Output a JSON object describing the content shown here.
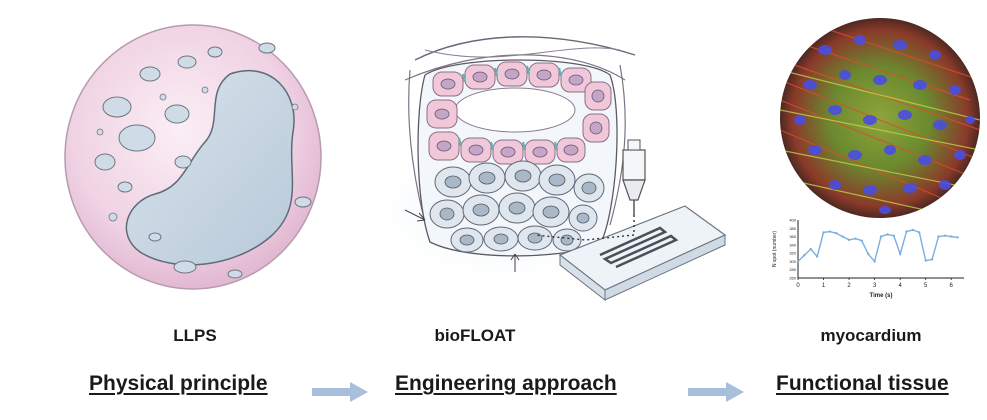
{
  "panels": [
    {
      "caption": "LLPS",
      "stage": "Physical principle",
      "icon": "droplet-icon"
    },
    {
      "caption": "bioFLOAT",
      "stage": "Engineering approach",
      "icon": "bioprinted-tissue-icon"
    },
    {
      "caption": "myocardium",
      "stage": "Functional tissue",
      "icon": "cardiac-tissue-icon"
    }
  ],
  "arrows": [
    "arrow-right-icon",
    "arrow-right-icon"
  ],
  "colors": {
    "arrow": "#a8bfdc",
    "droplet": "#e9c6dc",
    "cell": "#f1c7da",
    "nucleus": "#c3a6c6",
    "hydrogel": "#dfe9f2"
  },
  "chart_data": {
    "type": "line",
    "title": "",
    "xlabel": "Time (s)",
    "ylabel": "N spot (number)",
    "x_ticks": [
      0,
      1,
      2,
      3,
      4,
      5,
      6
    ],
    "y_ticks": [
      260,
      280,
      300,
      320,
      340,
      360,
      380,
      400
    ],
    "xlim": [
      0,
      6.5
    ],
    "ylim": [
      260,
      400
    ],
    "grid": false,
    "series": [
      {
        "x": [
          0,
          0.25,
          0.5,
          0.75,
          1.0,
          1.25,
          1.5,
          1.75,
          2.0,
          2.25,
          2.5,
          2.75,
          3.0,
          3.25,
          3.5,
          3.75,
          4.0,
          4.25,
          4.5,
          4.75,
          5.0,
          5.25,
          5.5,
          5.75,
          6.0,
          6.25
        ],
        "y": [
          300,
          315,
          330,
          312,
          370,
          372,
          368,
          360,
          352,
          355,
          350,
          318,
          300,
          360,
          365,
          362,
          318,
          372,
          376,
          370,
          302,
          305,
          360,
          362,
          360,
          358
        ]
      }
    ]
  }
}
